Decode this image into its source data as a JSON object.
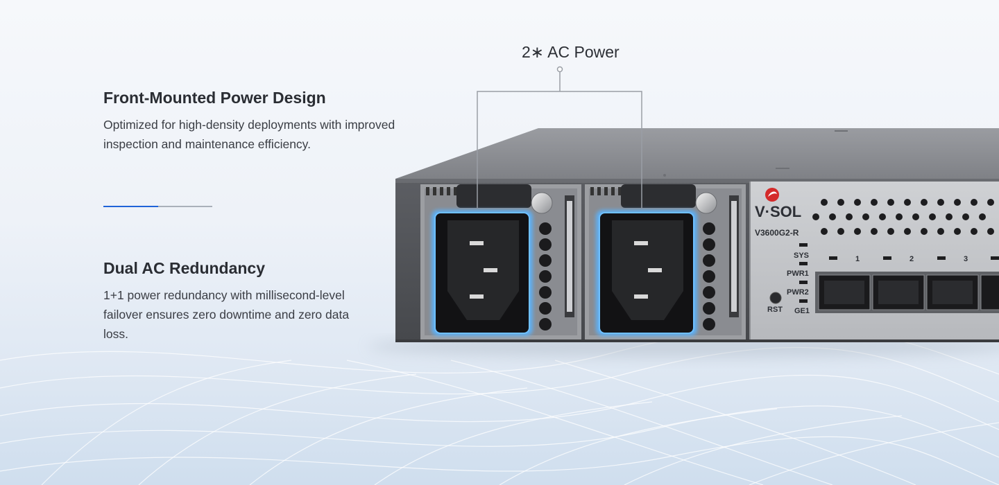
{
  "features": [
    {
      "title": "Front-Mounted Power Design",
      "description": "Optimized for high-density deployments with improved inspection and maintenance efficiency."
    },
    {
      "title": "Dual AC Redundancy",
      "description": "1+1 power redundancy with millisecond-level failover ensures zero downtime and zero data loss."
    }
  ],
  "carousel": {
    "progress_fraction": 0.5
  },
  "callout": {
    "label": "2∗ AC Power"
  },
  "device": {
    "brand": "V·SOL",
    "model": "V3600G2-R",
    "leds": [
      "SYS",
      "PWR1",
      "PWR2",
      "GE1"
    ],
    "reset_label": "RST",
    "port_numbers": [
      "1",
      "2",
      "3"
    ]
  },
  "colors": {
    "accent": "#1f63d8",
    "brand_red": "#d42a2a",
    "socket_glow": "#5ab4ff"
  }
}
